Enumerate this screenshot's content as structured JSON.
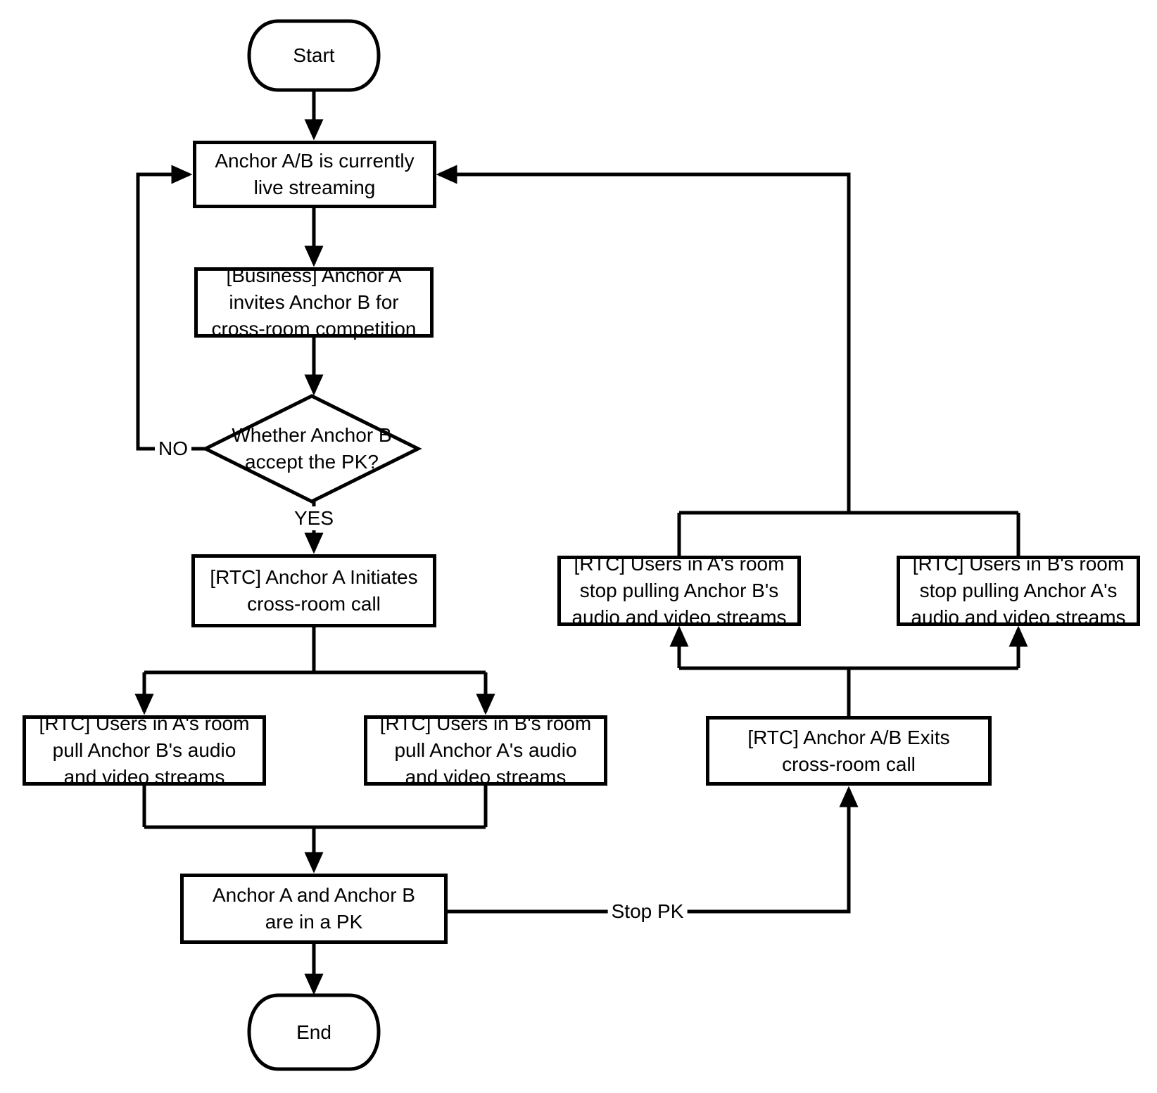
{
  "diagram": {
    "nodes": {
      "start": {
        "type": "terminator",
        "label": "Start"
      },
      "live": {
        "type": "process",
        "lines": [
          "Anchor A/B is currently",
          "live streaming"
        ]
      },
      "business": {
        "type": "process",
        "lines": [
          "[Business] Anchor A",
          "invites Anchor B for",
          "cross-room competition"
        ]
      },
      "decision": {
        "type": "decision",
        "lines": [
          "Whether Anchor B",
          "accept the PK?"
        ]
      },
      "rtc_call": {
        "type": "process",
        "lines": [
          "[RTC] Anchor A Initiates",
          "cross-room call"
        ]
      },
      "pull_a": {
        "type": "process",
        "lines": [
          "[RTC] Users in A's room",
          "pull Anchor B's audio",
          "and video streams"
        ]
      },
      "pull_b": {
        "type": "process",
        "lines": [
          "[RTC] Users in B's room",
          "pull Anchor A's audio",
          "and video streams"
        ]
      },
      "pk": {
        "type": "process",
        "lines": [
          "Anchor A and Anchor B",
          "are in a PK"
        ]
      },
      "end": {
        "type": "terminator",
        "label": "End"
      },
      "exits": {
        "type": "process",
        "lines": [
          "[RTC] Anchor A/B Exits",
          "cross-room call"
        ]
      },
      "stop_a": {
        "type": "process",
        "lines": [
          "[RTC] Users in A's room",
          "stop pulling Anchor B's",
          "audio and video streams"
        ]
      },
      "stop_b": {
        "type": "process",
        "lines": [
          "[RTC] Users in B's room",
          "stop pulling Anchor A's",
          "audio and video streams"
        ]
      }
    },
    "edge_labels": {
      "no": "NO",
      "yes": "YES",
      "stop_pk": "Stop PK"
    },
    "colors": {
      "stroke": "#000000",
      "background": "#ffffff",
      "text": "#000000"
    }
  }
}
